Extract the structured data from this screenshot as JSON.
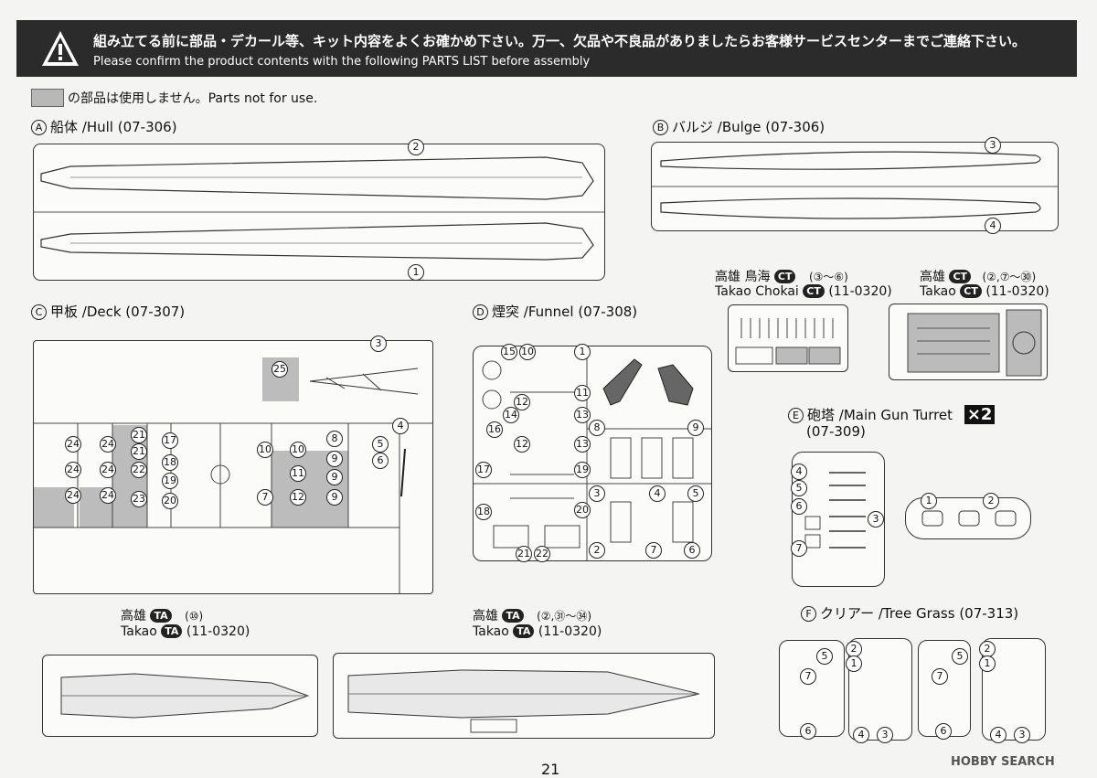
{
  "header": {
    "warning_jp": "組み立てる前に部品・デカール等、キット内容をよくお確かめ下さい。万一、欠品や不良品がありましたらお客様サービスセンターまでご連絡下さい。",
    "warning_en": "Please confirm the product contents with the following PARTS LIST before assembly"
  },
  "legend": {
    "text": "の部品は使用しません。Parts not for use."
  },
  "sections": {
    "A": {
      "letter": "A",
      "label": "船体 /Hull (07-306)"
    },
    "B": {
      "letter": "B",
      "label": "バルジ /Bulge (07-306)"
    },
    "C": {
      "letter": "C",
      "label": "甲板 /Deck (07-307)"
    },
    "D": {
      "letter": "D",
      "label": "煙突 /Funnel (07-308)"
    },
    "E": {
      "letter": "E",
      "label": "砲塔 /Main Gun Turret",
      "code": "(07-309)",
      "multiplier": "×2"
    },
    "F": {
      "letter": "F",
      "label": "クリアー /Tree Grass (07-313)"
    }
  },
  "variants": {
    "ct1": {
      "jp": "高雄 鳥海",
      "badge": "CT",
      "parts": "(③～⑥)",
      "en": "Takao Chokai",
      "code": "(11-0320)"
    },
    "ct2": {
      "jp": "高雄",
      "badge": "CT",
      "parts": "(②,⑦～㉚)",
      "en": "Takao",
      "code": "(11-0320)"
    },
    "ta1": {
      "jp": "高雄",
      "badge": "TA",
      "parts": "(⑩)",
      "en": "Takao",
      "code": "(11-0320)"
    },
    "ta2": {
      "jp": "高雄",
      "badge": "TA",
      "parts": "(②,㉛～㉞)",
      "en": "Takao",
      "code": "(11-0320)"
    }
  },
  "part_numbers": {
    "A": [
      "2",
      "1"
    ],
    "B": [
      "3",
      "4"
    ],
    "C": [
      "3",
      "25",
      "4",
      "24",
      "24",
      "24",
      "24",
      "24",
      "24",
      "21",
      "21",
      "22",
      "23",
      "17",
      "18",
      "19",
      "20",
      "10",
      "10",
      "8",
      "9",
      "9",
      "9",
      "5",
      "6",
      "11",
      "12",
      "7"
    ],
    "D": [
      "15",
      "10",
      "1",
      "11",
      "12",
      "14",
      "13",
      "16",
      "8",
      "9",
      "12",
      "13",
      "17",
      "19",
      "3",
      "4",
      "5",
      "18",
      "20",
      "21",
      "22",
      "2",
      "7",
      "6"
    ],
    "E": [
      "4",
      "5",
      "6",
      "7",
      "3",
      "1",
      "2"
    ],
    "F": [
      "5",
      "7",
      "6",
      "2",
      "1",
      "3",
      "4"
    ]
  },
  "page_number": "21",
  "watermark": "HOBBY SEARCH"
}
